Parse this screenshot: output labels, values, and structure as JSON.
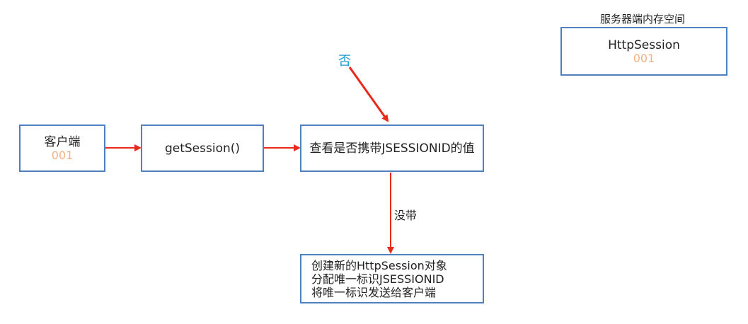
{
  "memory": {
    "caption": "服务器端内存空间",
    "object_label": "HttpSession",
    "object_id": "001"
  },
  "client": {
    "label": "客户端",
    "id": "001"
  },
  "get_session": {
    "label": "getSession()"
  },
  "check": {
    "label": "查看是否携带JSESSIONID的值"
  },
  "branch_no": {
    "label": "否"
  },
  "branch_not_carried": {
    "label": "没带"
  },
  "result": {
    "lines": [
      "创建新的HttpSession对象",
      "分配唯一标识JSESSIONID",
      "将唯一标识发送给客户端"
    ]
  },
  "colors": {
    "box_border": "#4f81bd",
    "arrow": "#e8291c",
    "id_text": "#f4b183",
    "branch_label": "#1f97d4"
  }
}
